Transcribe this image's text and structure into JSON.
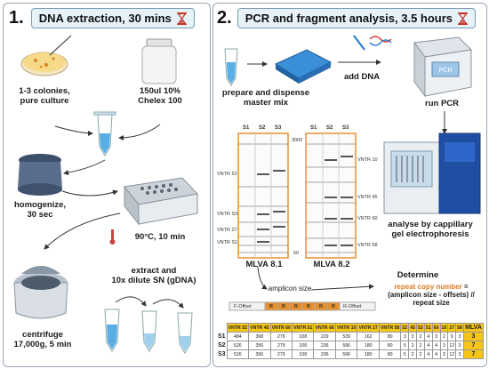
{
  "panel1": {
    "number": "1.",
    "title": "DNA extraction, 30 mins",
    "colonies": "1-3 colonies,\npure culture",
    "chelex": "150ul 10%\nChelex 100",
    "homogenize": "homogenize,\n30 sec",
    "heat": "90°C, 10 min",
    "extract": "extract and\n10x dilute SN (gDNA)",
    "centrifuge": "centrifuge\n17,000g, 5 min"
  },
  "panel2": {
    "number": "2.",
    "title": "PCR and fragment analysis, 3.5 hours",
    "mastermix": "prepare and dispense\nmaster mix",
    "add_dna": "add DNA",
    "run_pcr": "run PCR",
    "pcr_screen": "PCR",
    "capillary": "analyse by cappillary\ngel electrophoresis",
    "gel1_label": "MLVA 8.1",
    "gel2_label": "MLVA 8.2",
    "lanes": [
      "S1",
      "S2",
      "S3"
    ],
    "top_size": "3000",
    "bottom_size": "50",
    "gel1_vntr": [
      "VNTR 52",
      "VNTR S3",
      "VNTR 27",
      "VNTR S1"
    ],
    "gel2_vntr": [
      "VNTR 10",
      "VNTR 45",
      "VNTR 60",
      "VNTR 58"
    ],
    "amplicon": "amplicon size",
    "determine": "Determine",
    "formula_highlight": "repeat copy number",
    "formula_rest": "= (amplicon size - offsets) // repeat size",
    "f_offset": "F-Offset",
    "r_offset": "R-Offset",
    "repeat_letter": "R"
  },
  "colors": {
    "accent_orange": "#e07b22",
    "gel_border": "#e8902e",
    "title_bg": "#e6f1f8",
    "table_header": "#f5c518",
    "mlva_yellow": "#f7e26b",
    "tube_blue": "#4fa6e0"
  },
  "result_table": {
    "headers": [
      "",
      "VNTR 52",
      "VNTR 45",
      "VNTR 60",
      "VNTR 51",
      "VNTR 66",
      "VNTR 10",
      "VNTR 27",
      "VNTR 58",
      "52",
      "45",
      "53",
      "51",
      "60",
      "10",
      "27",
      "58",
      "MLVA"
    ],
    "rows": [
      [
        "S1",
        "484",
        "368",
        "279",
        "108",
        "229",
        "539",
        "162",
        "80",
        "3",
        "3",
        "2",
        "4",
        "3",
        "2",
        "9",
        "3",
        "3"
      ],
      [
        "S2",
        "526",
        "356",
        "279",
        "108",
        "236",
        "596",
        "180",
        "80",
        "5",
        "2",
        "2",
        "4",
        "4",
        "3",
        "12",
        "3",
        "7"
      ],
      [
        "S3",
        "526",
        "356",
        "279",
        "108",
        "236",
        "596",
        "180",
        "80",
        "5",
        "2",
        "2",
        "4",
        "4",
        "3",
        "12",
        "3",
        "7"
      ]
    ]
  }
}
